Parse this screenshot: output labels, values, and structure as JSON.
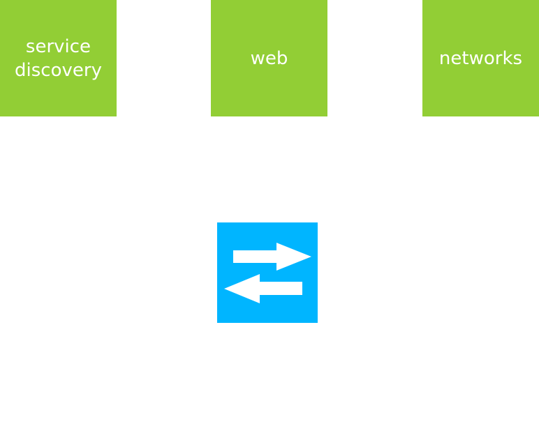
{
  "colors": {
    "node_fill": "#92ce35",
    "node_text": "#ffffff",
    "switch_fill": "#00b5ff",
    "switch_arrows": "#ffffff"
  },
  "nodes": [
    {
      "label": "service\ndiscovery"
    },
    {
      "label": "web"
    },
    {
      "label": "networks"
    }
  ],
  "center": {
    "icon": "bidirectional-arrows-icon"
  }
}
